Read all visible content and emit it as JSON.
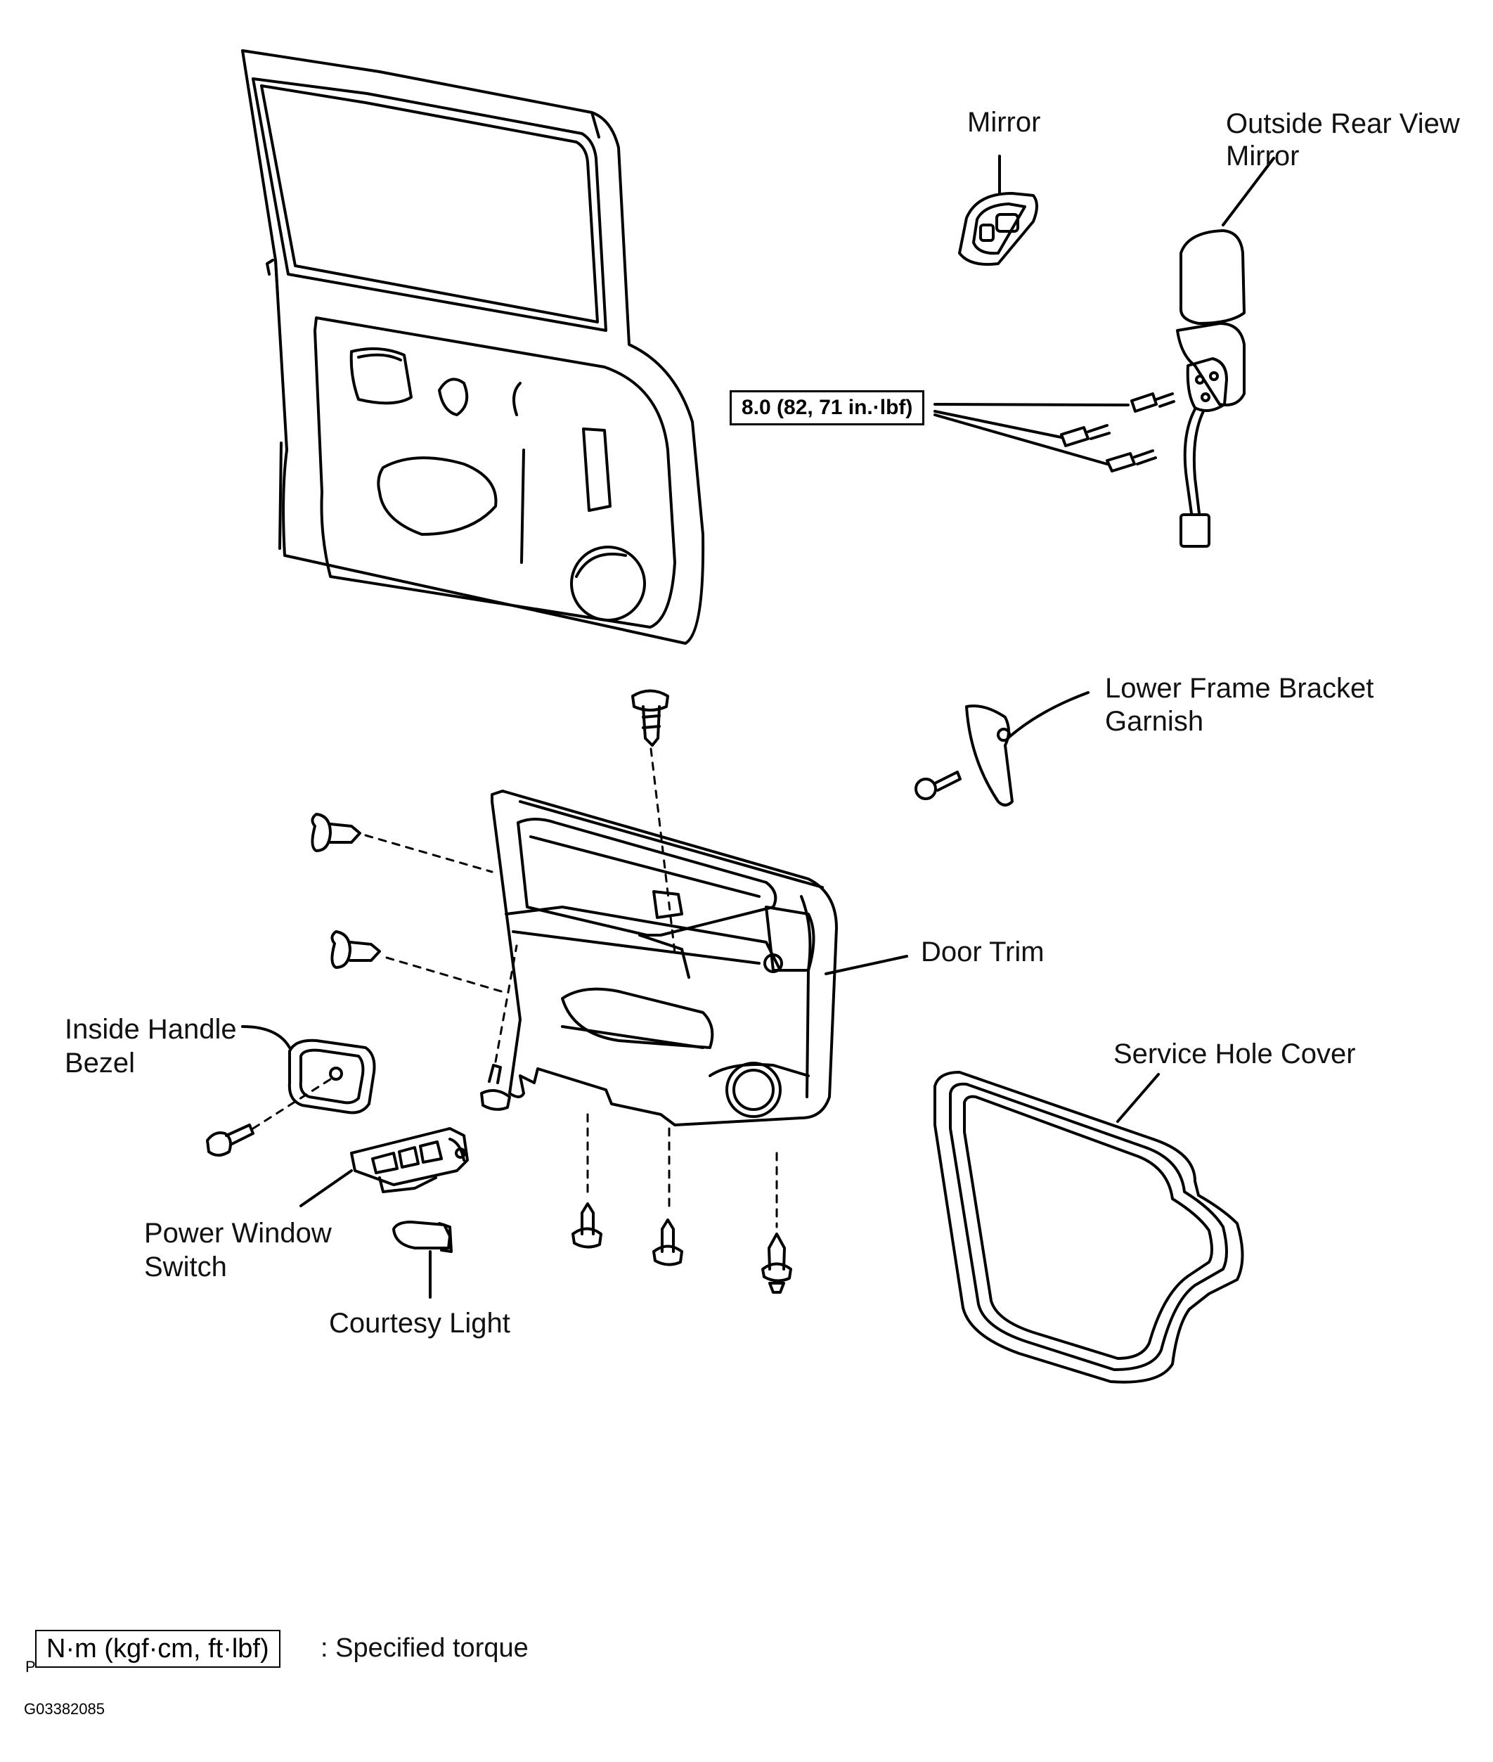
{
  "labels": {
    "mirror": "Mirror",
    "outside_rear_view_mirror_1": "Outside Rear View",
    "outside_rear_view_mirror_2": "Mirror",
    "lower_frame_bracket_garnish_1": "Lower Frame Bracket",
    "lower_frame_bracket_garnish_2": "Garnish",
    "door_trim": "Door Trim",
    "inside_handle_bezel_1": "Inside Handle",
    "inside_handle_bezel_2": "Bezel",
    "service_hole_cover": "Service Hole Cover",
    "power_window_switch_1": "Power Window",
    "power_window_switch_2": "Switch",
    "courtesy_light": "Courtesy Light"
  },
  "torque": {
    "mirror_bolts": "8.0 (82, 71 in.·lbf)"
  },
  "legend": {
    "box_text": "N·m (kgf·cm, ft·lbf)",
    "description": ": Specified torque",
    "marker": "P"
  },
  "figure_code": "G03382085"
}
